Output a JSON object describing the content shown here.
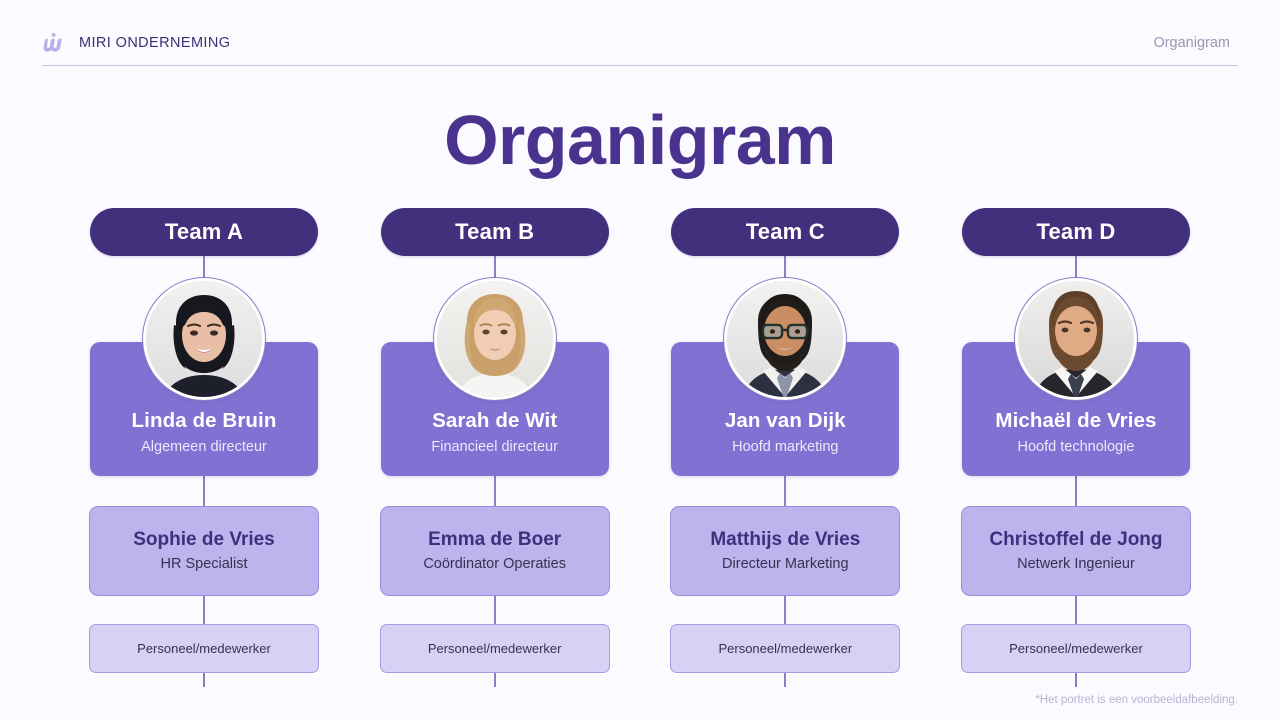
{
  "header": {
    "logo_icon": "miri-w-logo-icon",
    "brand_name": "MIRI ONDERNEMING",
    "right_label": "Organigram"
  },
  "title": "Organigram",
  "colors": {
    "page_bg": "#fafaff",
    "title": "#4a328f",
    "team_pill_bg": "#42307d",
    "primary_card_bg": "#8270d3",
    "secondary_card_bg": "#bdb3ed",
    "staff_card_bg": "#d7d1f5",
    "connector": "#8b7fc4"
  },
  "columns": [
    {
      "team_label": "Team A",
      "avatar_name": "avatar-photo-woman-dark-hair",
      "lead": {
        "name": "Linda de Bruin",
        "role": "Algemeen directeur"
      },
      "second": {
        "name": "Sophie de Vries",
        "role": "HR Specialist"
      },
      "staff": {
        "label": "Personeel/medewerker"
      }
    },
    {
      "team_label": "Team B",
      "avatar_name": "avatar-photo-woman-blonde-hair",
      "lead": {
        "name": "Sarah de Wit",
        "role": "Financieel directeur"
      },
      "second": {
        "name": "Emma de Boer",
        "role": "Coördinator Operaties"
      },
      "staff": {
        "label": "Personeel/medewerker"
      }
    },
    {
      "team_label": "Team C",
      "avatar_name": "avatar-photo-man-glasses-beard",
      "lead": {
        "name": "Jan van Dijk",
        "role": "Hoofd marketing"
      },
      "second": {
        "name": "Matthijs de Vries",
        "role": "Directeur Marketing"
      },
      "staff": {
        "label": "Personeel/medewerker"
      }
    },
    {
      "team_label": "Team D",
      "avatar_name": "avatar-photo-man-brown-hair-beard",
      "lead": {
        "name": "Michaël de Vries",
        "role": "Hoofd technologie"
      },
      "second": {
        "name": "Christoffel de Jong",
        "role": "Netwerk Ingenieur"
      },
      "staff": {
        "label": "Personeel/medewerker"
      }
    }
  ],
  "footnote": "*Het portret is een voorbeeldafbeelding."
}
